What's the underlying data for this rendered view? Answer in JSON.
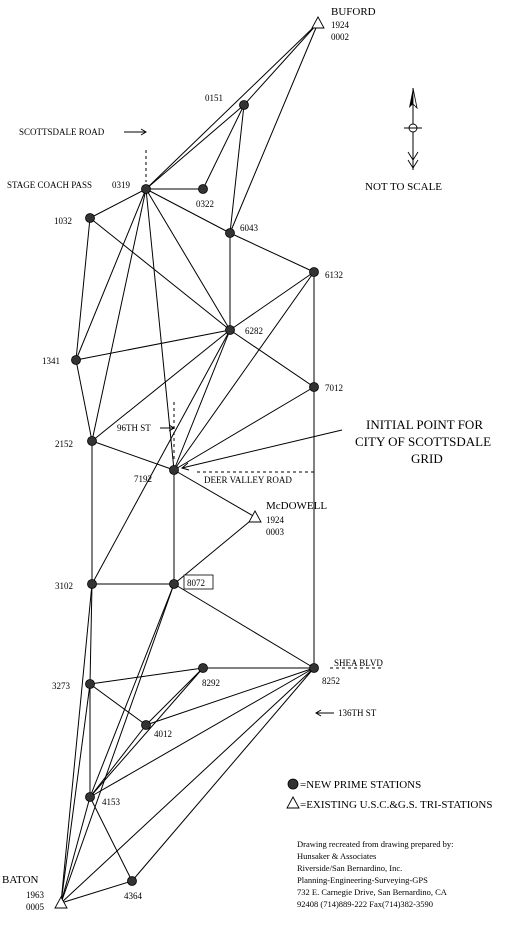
{
  "diagram": {
    "note": "NOT TO SCALE",
    "callout": {
      "line1": "INITIAL POINT FOR",
      "line2": "CITY OF SCOTTSDALE",
      "line3": "GRID"
    },
    "roads": {
      "scottsdale": "SCOTTSDALE ROAD",
      "stage_coach": "STAGE COACH PASS",
      "st_96": "96TH ST",
      "deer_valley": "DEER VALLEY ROAD",
      "shea": "SHEA BLVD",
      "st_136": "136TH ST"
    },
    "tri_stations": {
      "buford": {
        "name": "BUFORD",
        "year": "1924",
        "num": "0002"
      },
      "mcdowell": {
        "name": "McDOWELL",
        "year": "1924",
        "num": "0003"
      },
      "baton": {
        "name": "BATON",
        "year": "1963",
        "num": "0005"
      }
    },
    "stations": {
      "s0151": "0151",
      "s0319": "0319",
      "s0322": "0322",
      "s1032": "1032",
      "s6043": "6043",
      "s6132": "6132",
      "s6282": "6282",
      "s1341": "1341",
      "s7012": "7012",
      "s2152": "2152",
      "s7192": "7192",
      "s3102": "3102",
      "s8072": "8072",
      "s3273": "3273",
      "s8292": "8292",
      "s8252": "8252",
      "s4012": "4012",
      "s4153": "4153",
      "s4364": "4364"
    },
    "legend": {
      "new_prime": "=NEW PRIME STATIONS",
      "existing": "=EXISTING U.S.C.&G.S. TRI-STATIONS"
    },
    "credits": [
      "Drawing recreated from drawing prepared by:",
      "Hunsaker & Associates",
      "Riverside/San Bernardino, Inc.",
      "Planning-Engineering-Surveying-GPS",
      "732 E. Carnegie Drive, San Bernardino, CA",
      "92408   (714)889-222   Fax(714)382-3590"
    ]
  }
}
